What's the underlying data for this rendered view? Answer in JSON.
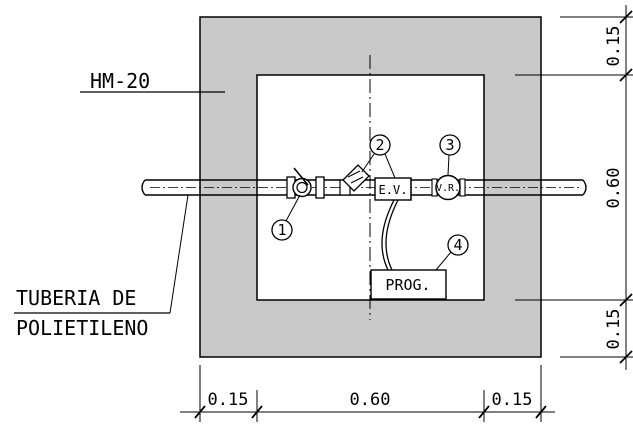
{
  "labels": {
    "material": "HM-20",
    "pipe_line1": "TUBERIA DE",
    "pipe_line2": "POLIETILENO",
    "ev_box": "E.V.",
    "vr_circle": "V.R.",
    "prog_box": "PROG."
  },
  "callouts": {
    "c1": "1",
    "c2": "2",
    "c3": "3",
    "c4": "4"
  },
  "dimensions": {
    "bottom_left": "0.15",
    "bottom_center": "0.60",
    "bottom_right": "0.15",
    "right_top": "0.15",
    "right_middle": "0.60",
    "right_bottom": "0.15"
  },
  "colors": {
    "concrete_fill": "#c9c9c9",
    "line": "#000000",
    "background": "#ffffff"
  }
}
